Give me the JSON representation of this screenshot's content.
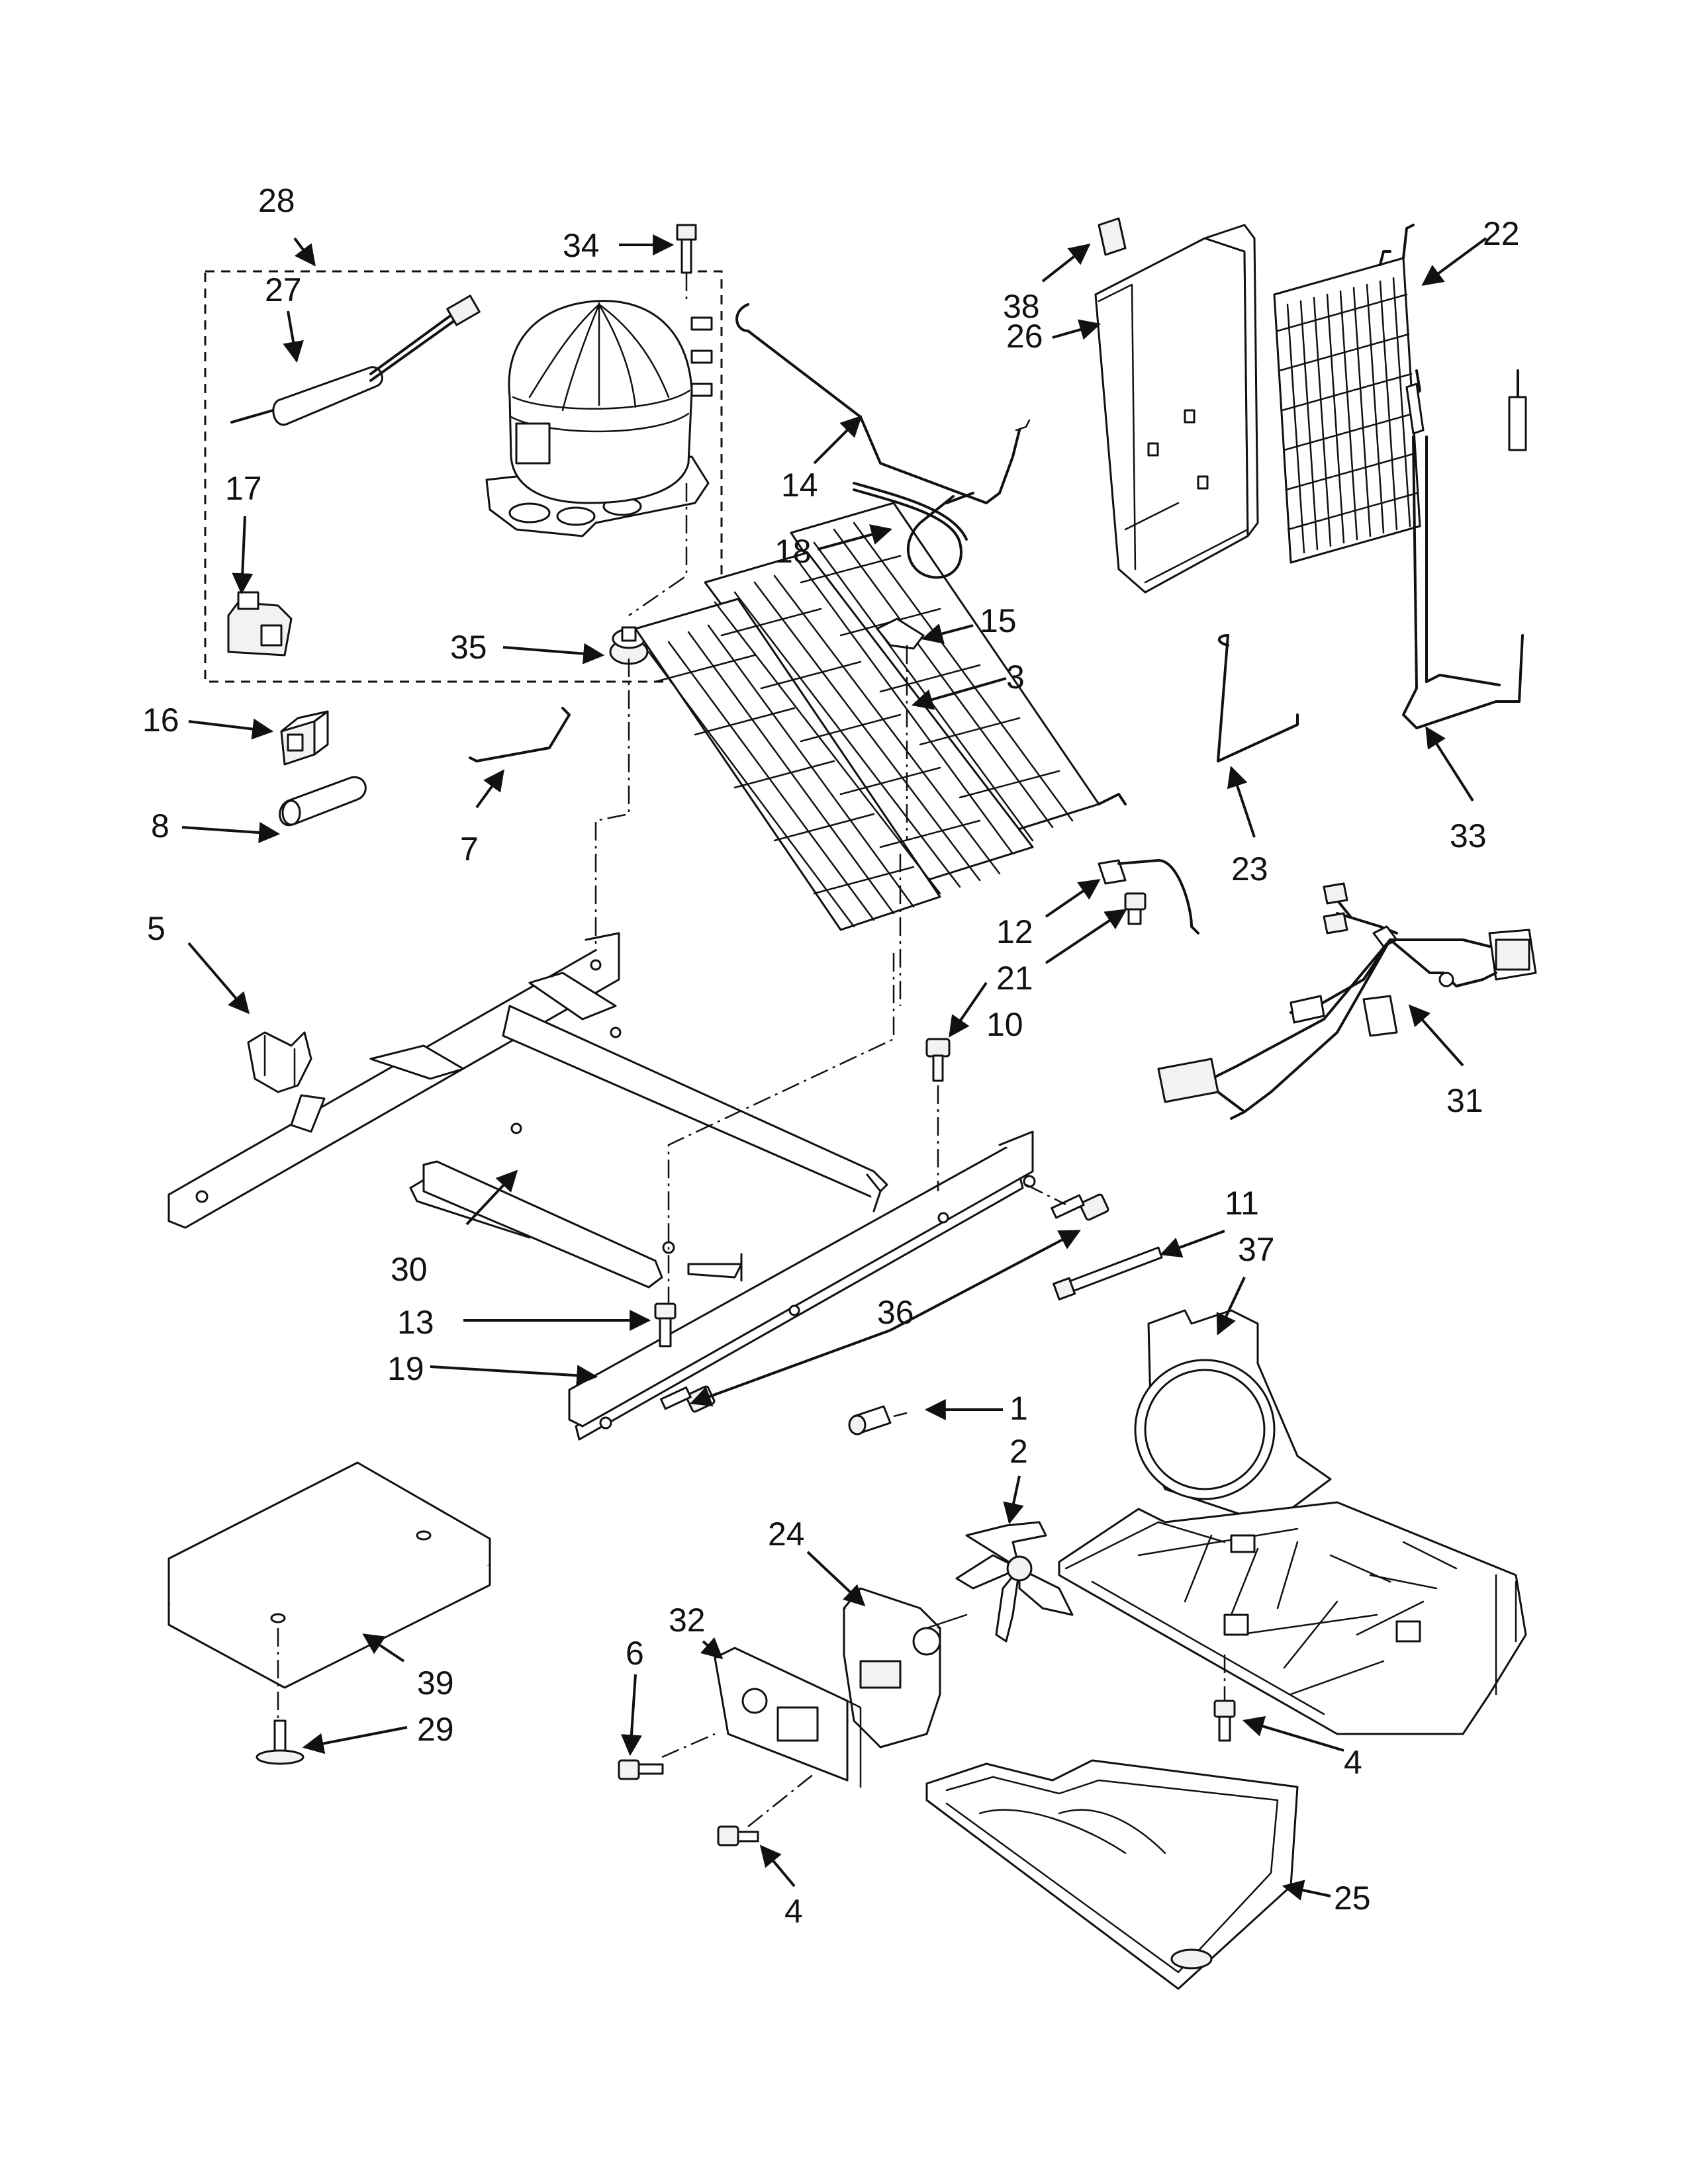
{
  "diagram": {
    "type": "exploded-parts-view",
    "callouts": [
      {
        "id": "c28",
        "label": "28"
      },
      {
        "id": "c34",
        "label": "34"
      },
      {
        "id": "c27",
        "label": "27"
      },
      {
        "id": "c17",
        "label": "17"
      },
      {
        "id": "c35",
        "label": "35"
      },
      {
        "id": "c16",
        "label": "16"
      },
      {
        "id": "c8",
        "label": "8"
      },
      {
        "id": "c7",
        "label": "7"
      },
      {
        "id": "c5",
        "label": "5"
      },
      {
        "id": "c30",
        "label": "30"
      },
      {
        "id": "c13",
        "label": "13"
      },
      {
        "id": "c19",
        "label": "19"
      },
      {
        "id": "c36",
        "label": "36"
      },
      {
        "id": "c14",
        "label": "14"
      },
      {
        "id": "c18",
        "label": "18"
      },
      {
        "id": "c15",
        "label": "15"
      },
      {
        "id": "c3",
        "label": "3"
      },
      {
        "id": "c12",
        "label": "12"
      },
      {
        "id": "c21",
        "label": "21"
      },
      {
        "id": "c10",
        "label": "10"
      },
      {
        "id": "c38",
        "label": "38"
      },
      {
        "id": "c26",
        "label": "26"
      },
      {
        "id": "c22",
        "label": "22"
      },
      {
        "id": "c23",
        "label": "23"
      },
      {
        "id": "c33",
        "label": "33"
      },
      {
        "id": "c31",
        "label": "31"
      },
      {
        "id": "c11",
        "label": "11"
      },
      {
        "id": "c37",
        "label": "37"
      },
      {
        "id": "c1",
        "label": "1"
      },
      {
        "id": "c2",
        "label": "2"
      },
      {
        "id": "c24",
        "label": "24"
      },
      {
        "id": "c32",
        "label": "32"
      },
      {
        "id": "c6",
        "label": "6"
      },
      {
        "id": "c4a",
        "label": "4"
      },
      {
        "id": "c4b",
        "label": "4"
      },
      {
        "id": "c25",
        "label": "25"
      },
      {
        "id": "c39",
        "label": "39"
      },
      {
        "id": "c29",
        "label": "29"
      }
    ]
  }
}
